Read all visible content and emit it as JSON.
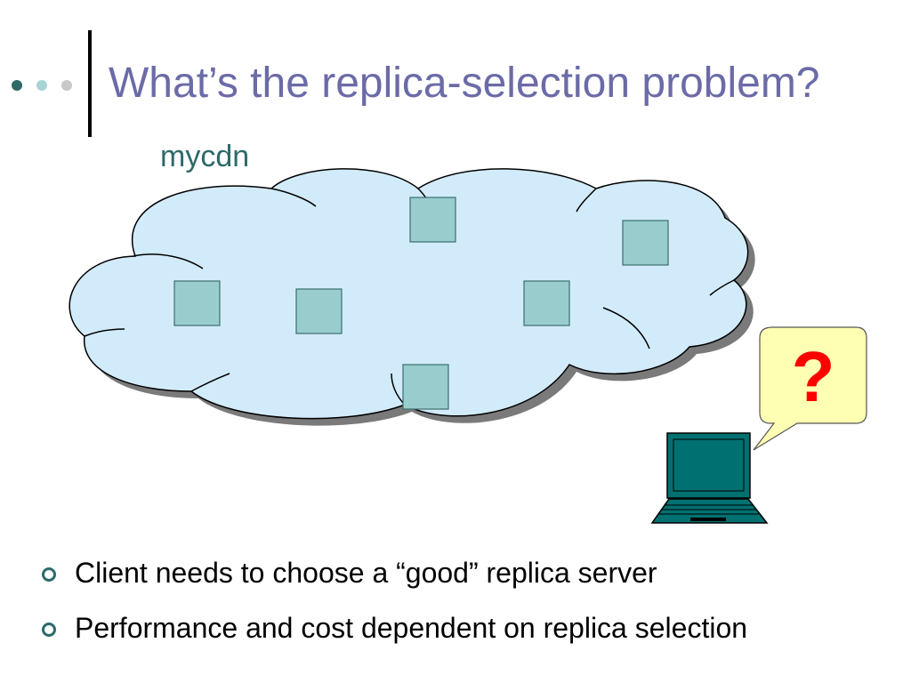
{
  "slide": {
    "title": "What’s the replica-selection problem?",
    "cloud_label": "mycdn",
    "client_question": "?",
    "bullets": [
      "Client needs to choose a “good” replica server",
      "Performance and cost dependent on replica selection"
    ]
  },
  "colors": {
    "title": "#6b6ba8",
    "cloud_label": "#2d6a6a",
    "dot_dark": "#2f6969",
    "dot_light": "#a9d3d6",
    "dot_grey": "#c8c8c8",
    "cloud_fill": "#d2ebfa",
    "cloud_shadow": "#7a7a7a",
    "server_fill": "#99cccc",
    "callout_fill": "#ffffb3",
    "question": "#ff0000",
    "laptop": "#007070",
    "bullet": "#2e6b6b"
  },
  "icons": {
    "servers": "server-square-icon",
    "client": "laptop-icon",
    "bullet": "ring-bullet-icon"
  }
}
